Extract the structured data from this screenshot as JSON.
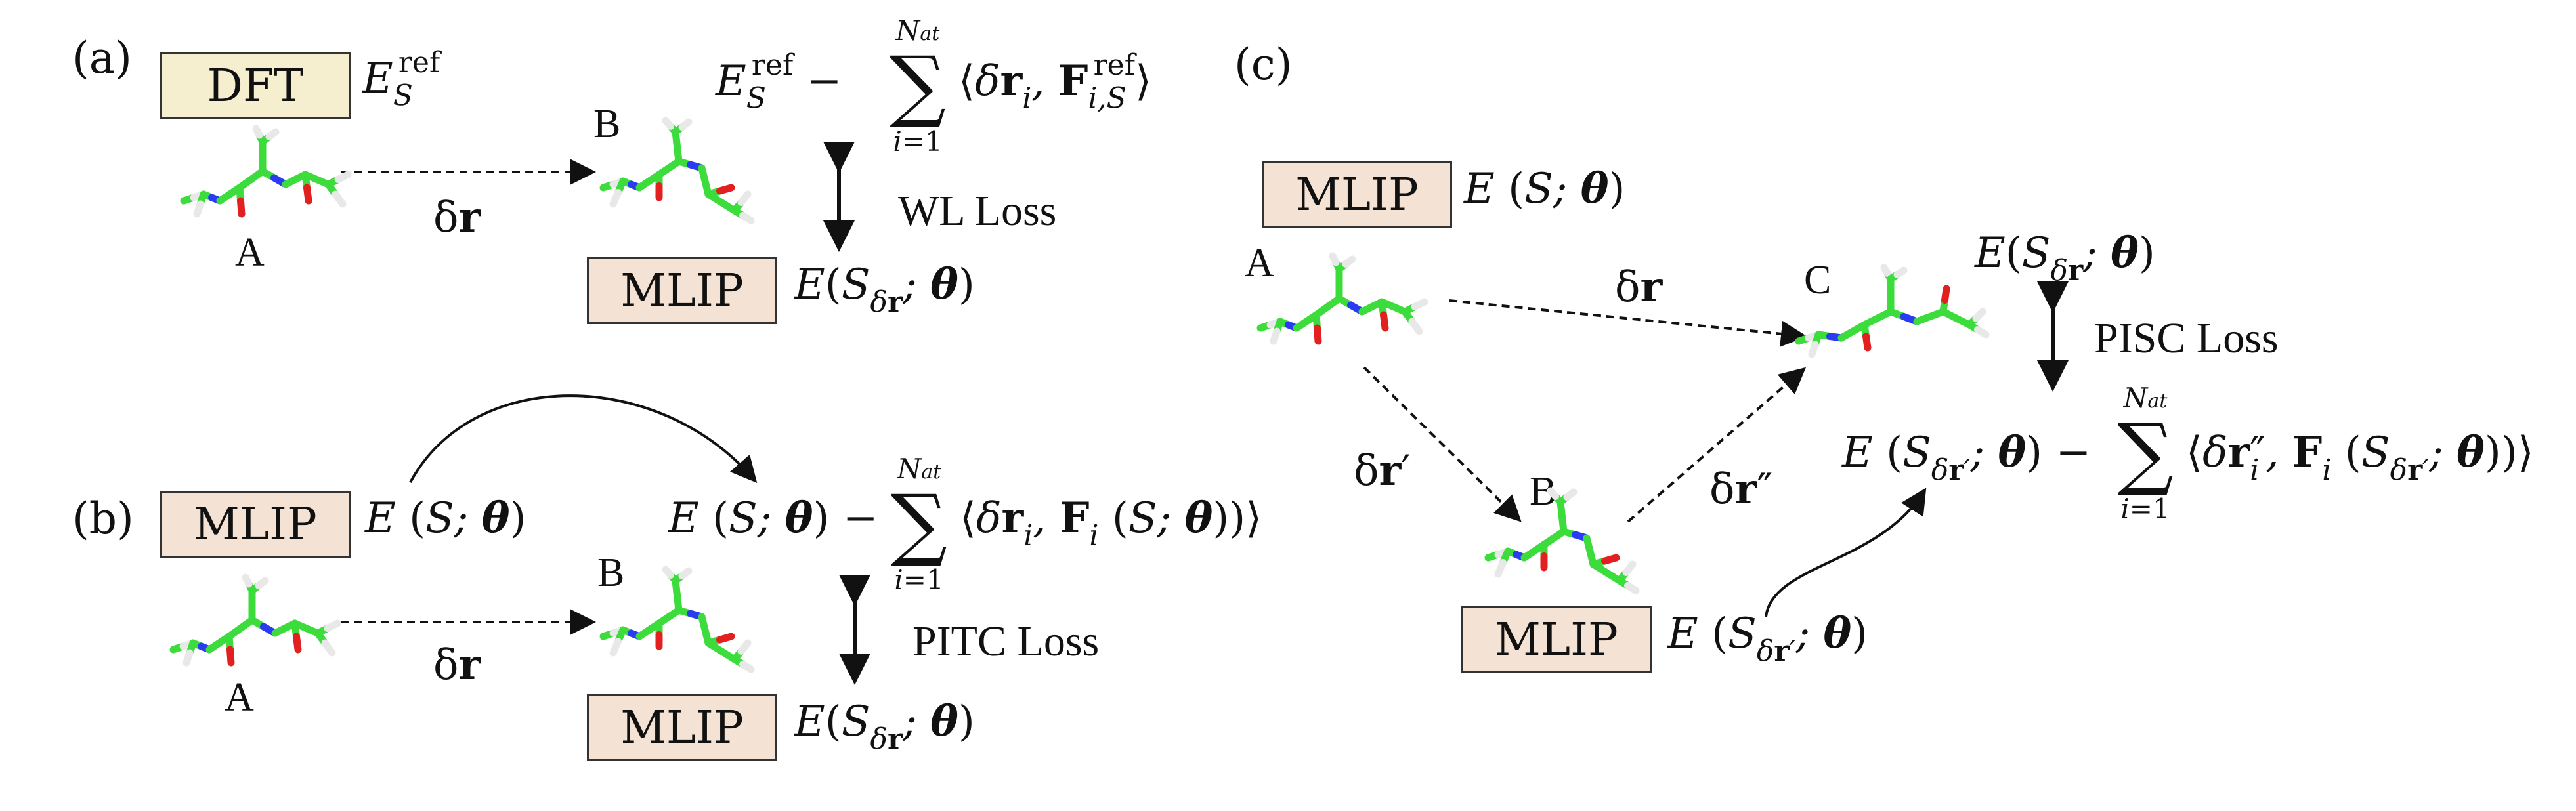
{
  "panels": {
    "a": {
      "label": "(a)",
      "dft_box": "DFT",
      "mlip_box": "MLIP",
      "loss": "WL Loss",
      "point_A": "A",
      "point_B": "B",
      "dr": "δr"
    },
    "b": {
      "label": "(b)",
      "mlip_box_top": "MLIP",
      "mlip_box_bottom": "MLIP",
      "loss": "PITC Loss",
      "point_A": "A",
      "point_B": "B",
      "dr": "δr"
    },
    "c": {
      "label": "(c)",
      "mlip_box_top": "MLIP",
      "mlip_box_bottom": "MLIP",
      "loss": "PISC Loss",
      "point_A": "A",
      "point_B": "B",
      "point_C": "C",
      "dr": "δr",
      "dr_prime": "δr′",
      "dr_dprime": "δr″"
    }
  },
  "colors": {
    "dft_fill": "#f6efcf",
    "mlip_fill": "#f4e3d4",
    "carbon": "#3ddc3d",
    "nitrogen": "#2b3cf0",
    "oxygen": "#e22020",
    "hydrogen": "#e8e8e8"
  },
  "icons": [
    "molecule-icon",
    "arrow-dashed-icon",
    "arrow-double-icon",
    "arrow-curved-icon"
  ]
}
